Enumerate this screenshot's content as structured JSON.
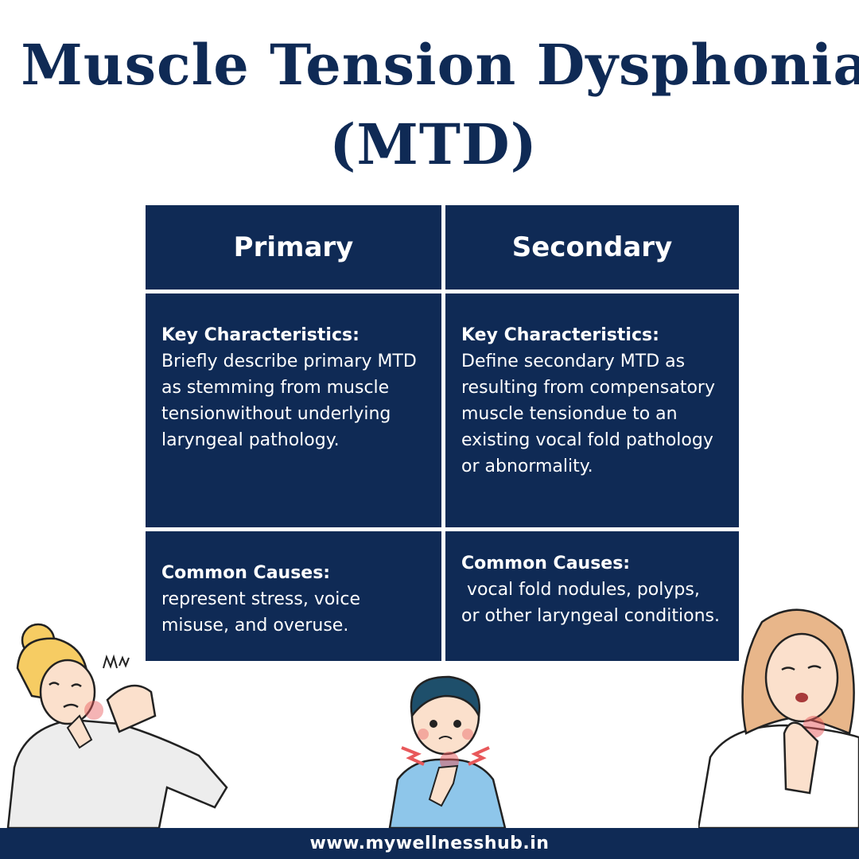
{
  "title": {
    "line1": "Muscle Tension Dysphonia",
    "line2": "(MTD)"
  },
  "table": {
    "headers": [
      "Primary",
      "Secondary"
    ],
    "rows": [
      {
        "primary": {
          "label": "Key Characteristics:",
          "text": "Briefly describe primary MTD as stemming from muscle tensionwithout underlying laryngeal pathology."
        },
        "secondary": {
          "label": "Key Characteristics:",
          "text": "Define secondary MTD as resulting from compensatory muscle tensiondue to an existing vocal fold pathology or abnormality."
        }
      },
      {
        "primary": {
          "label": "Common Causes:",
          "text": "represent stress, voice misuse, and overuse."
        },
        "secondary": {
          "label": "Common Causes:",
          "text": " vocal fold nodules, polyps, or other laryngeal conditions."
        }
      }
    ]
  },
  "footer": {
    "url": "www.mywellnesshub.in"
  },
  "colors": {
    "navy": "#0f2a55",
    "background": "#ffffff",
    "pain": "#e8585a"
  },
  "illustrations": [
    "woman-neck-pain-illustration",
    "boy-sore-throat-illustration",
    "woman-throat-pain-illustration"
  ]
}
